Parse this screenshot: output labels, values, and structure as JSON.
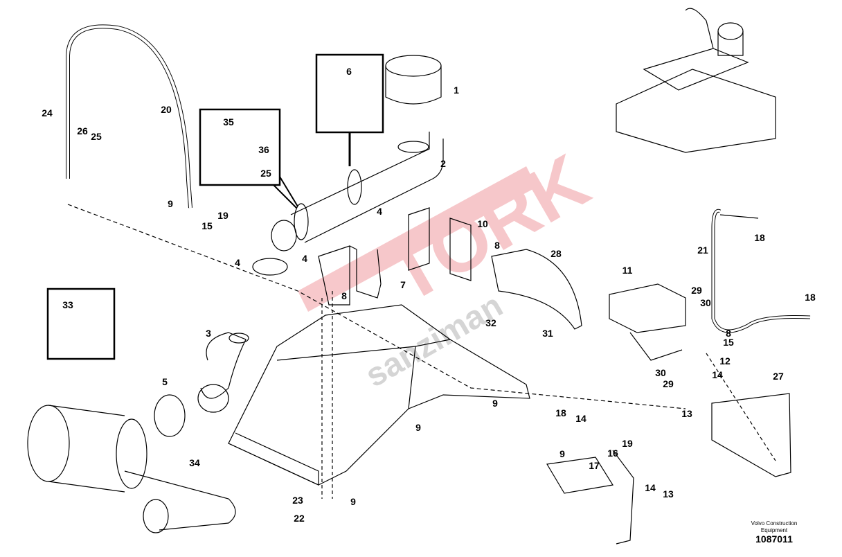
{
  "diagram": {
    "publisher": "Volvo Construction Equipment",
    "drawing_number": "1087011",
    "watermark": [
      "TORK",
      "sanziman"
    ],
    "callouts": [
      "1",
      "2",
      "4",
      "4",
      "4",
      "6",
      "35",
      "36",
      "25",
      "20",
      "24",
      "26",
      "25",
      "9",
      "15",
      "19",
      "33",
      "3",
      "5",
      "34",
      "23",
      "22",
      "9",
      "9",
      "9",
      "32",
      "7",
      "8",
      "10",
      "8",
      "28",
      "31",
      "11",
      "29",
      "30",
      "8",
      "15",
      "12",
      "14",
      "30",
      "29",
      "13",
      "27",
      "21",
      "18",
      "18",
      "18",
      "14",
      "9",
      "16",
      "19",
      "17",
      "14",
      "13"
    ]
  }
}
